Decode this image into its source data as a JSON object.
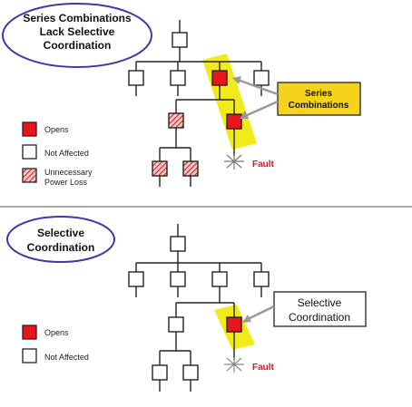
{
  "top_panel": {
    "title_lines": [
      "Series Combinations",
      "Lack Selective",
      "Coordination"
    ],
    "callout_lines": [
      "Series",
      "Combinations"
    ],
    "fault_label": "Fault",
    "legend": {
      "opens": "Opens",
      "not_affected": "Not Affected",
      "unnecessary_lines": [
        "Unnecessary",
        "Power Loss"
      ]
    }
  },
  "bottom_panel": {
    "title_lines": [
      "Selective",
      "Coordination"
    ],
    "callout_lines": [
      "Selective",
      "Coordination"
    ],
    "fault_label": "Fault",
    "legend": {
      "opens": "Opens",
      "not_affected": "Not Affected"
    }
  },
  "colors": {
    "opens": "#e8141e",
    "not_affected": "#ffffff",
    "highlight": "#f2ea1a",
    "callout_fill": "#f5d31c",
    "fault_text": "#d01818",
    "ellipse_stroke": "#3a3aa8",
    "divider": "#555555"
  }
}
